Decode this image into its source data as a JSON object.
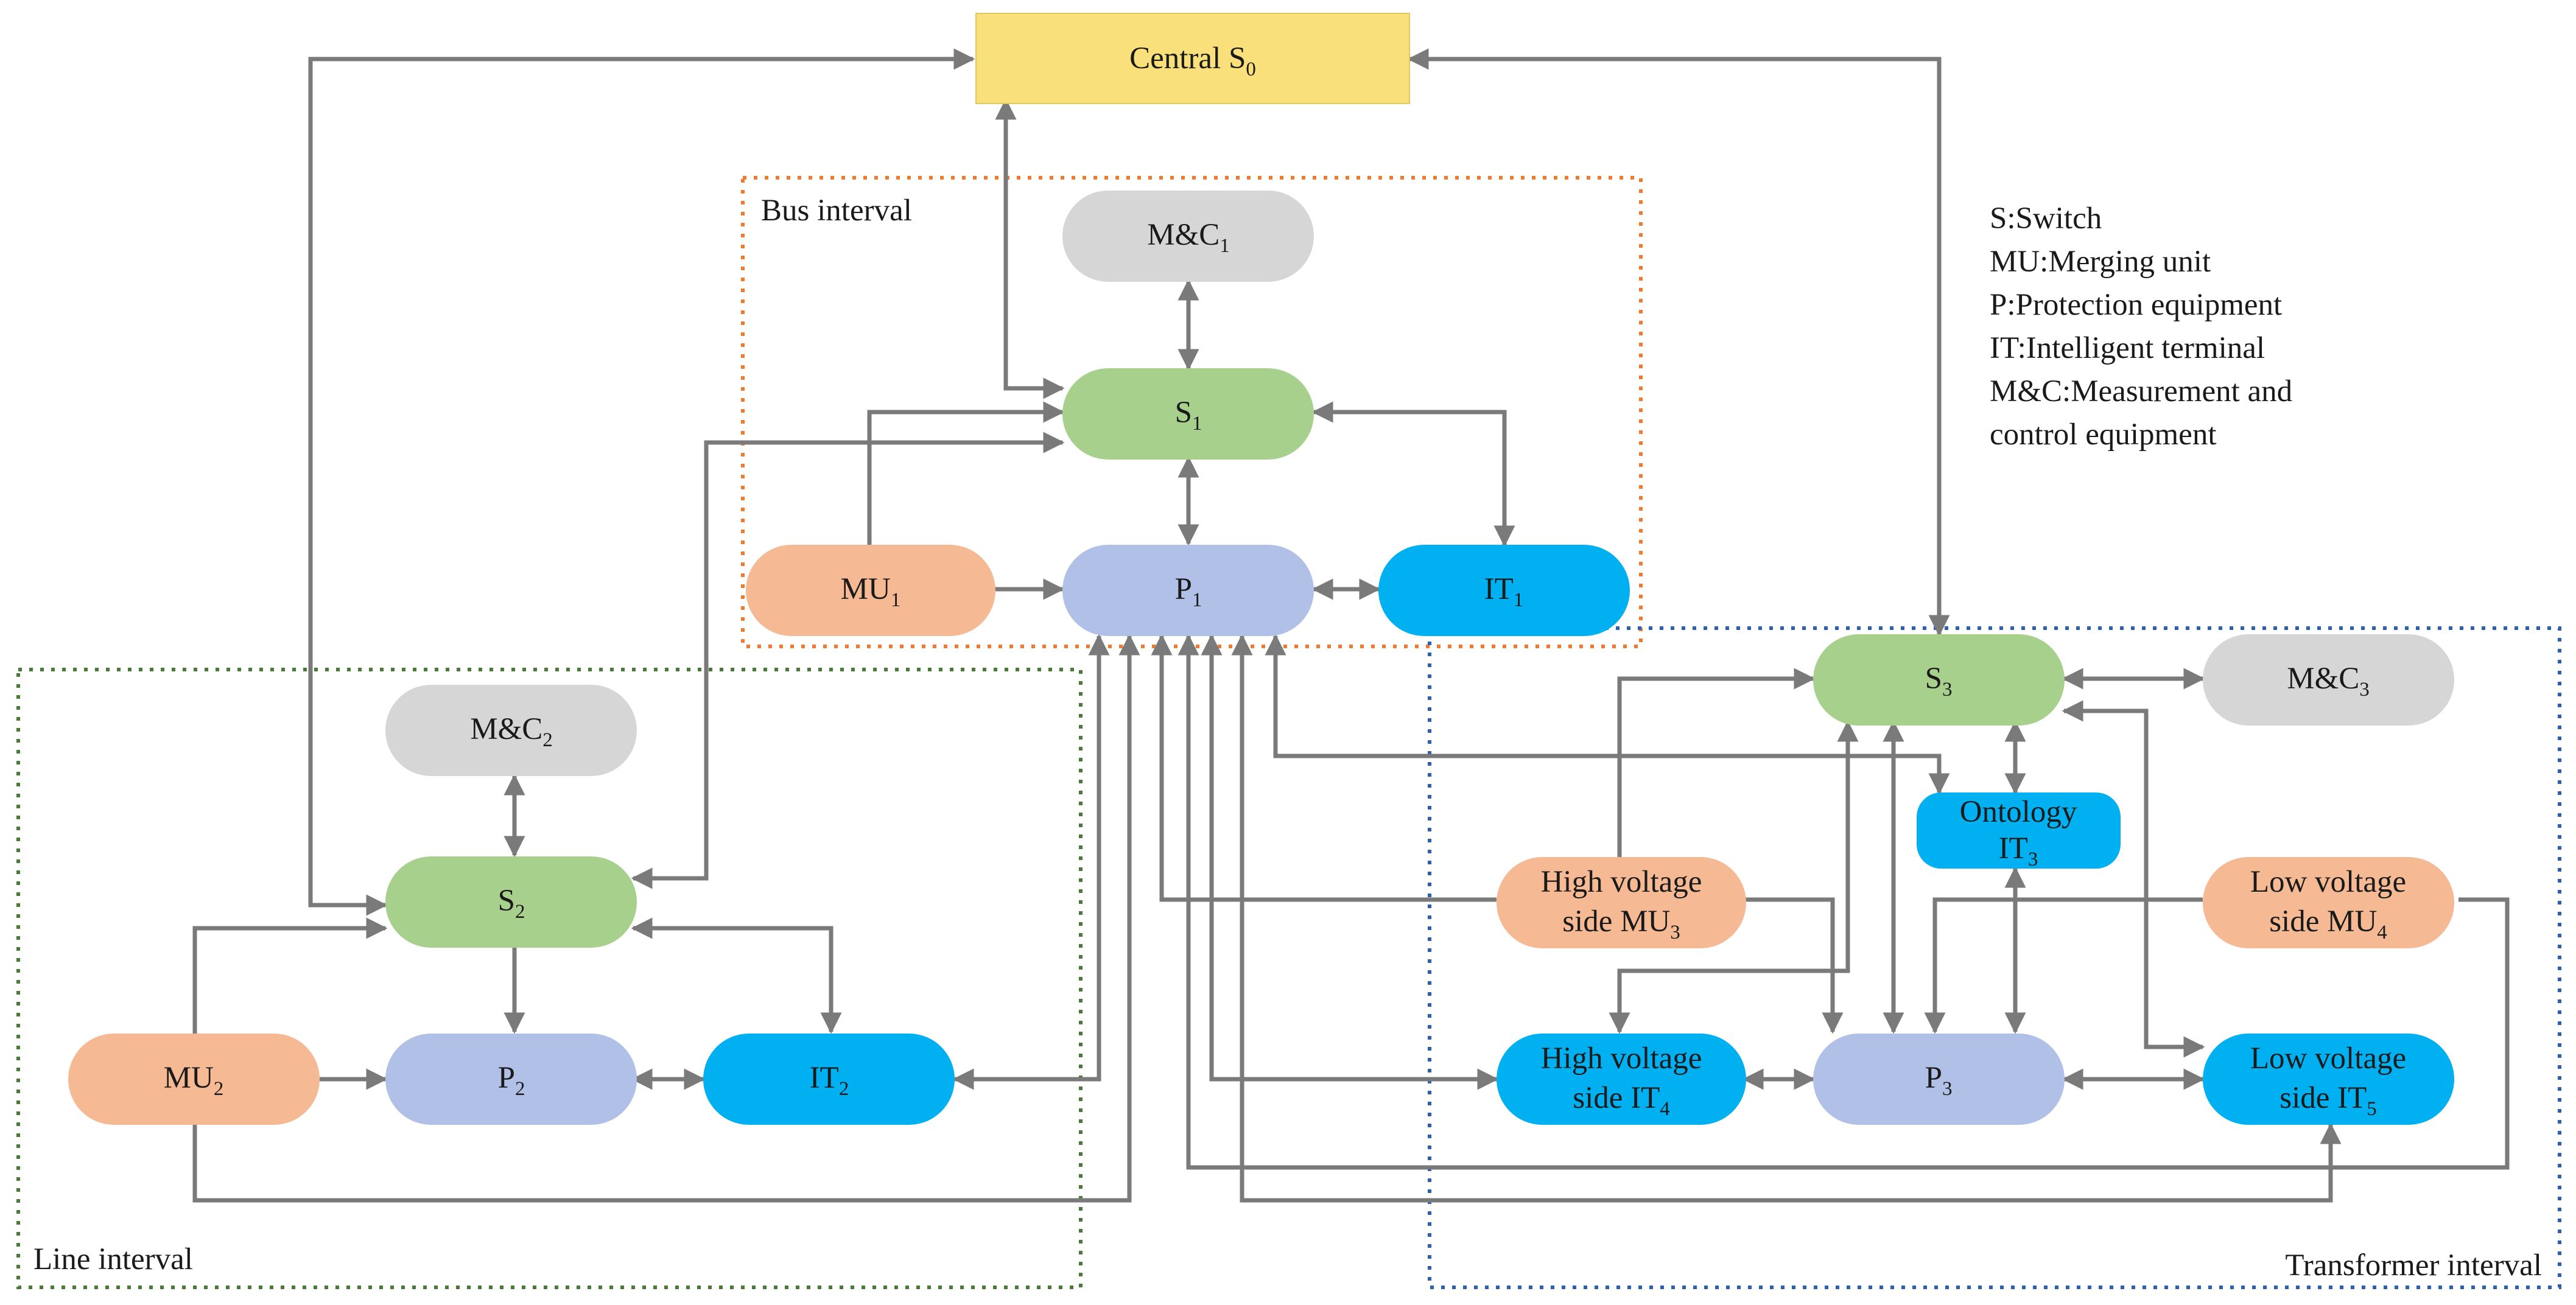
{
  "colors": {
    "central": "#f9e07a",
    "mc": "#d6d6d6",
    "switch": "#a8d08d",
    "mu": "#f5b994",
    "protection": "#b0c0e6",
    "it": "#00b0f0",
    "arrow": "#7a7a7a",
    "bus_border": "#f07a30",
    "line_border": "#4a7a3a",
    "transformer_border": "#2f5fb0"
  },
  "regions": {
    "bus": "Bus interval",
    "line": "Line interval",
    "transformer": "Transformer interval"
  },
  "nodes": {
    "central_s0": {
      "main": "Central S",
      "sub": "0"
    },
    "mc1": {
      "main": "M&C",
      "sub": "1"
    },
    "s1": {
      "main": "S",
      "sub": "1"
    },
    "mu1": {
      "main": "MU",
      "sub": "1"
    },
    "p1": {
      "main": "P",
      "sub": "1"
    },
    "it1": {
      "main": "IT",
      "sub": "1"
    },
    "mc2": {
      "main": "M&C",
      "sub": "2"
    },
    "s2": {
      "main": "S",
      "sub": "2"
    },
    "mu2": {
      "main": "MU",
      "sub": "2"
    },
    "p2": {
      "main": "P",
      "sub": "2"
    },
    "it2": {
      "main": "IT",
      "sub": "2"
    },
    "s3": {
      "main": "S",
      "sub": "3"
    },
    "mc3": {
      "main": "M&C",
      "sub": "3"
    },
    "ontology_it3": {
      "line1": "Ontology",
      "main": "IT",
      "sub": "3"
    },
    "hv_mu3": {
      "line1": "High voltage",
      "main": "side MU",
      "sub": "3"
    },
    "lv_mu4": {
      "line1": "Low voltage",
      "main": "side MU",
      "sub": "4"
    },
    "hv_it4": {
      "line1": "High voltage",
      "main": "side IT",
      "sub": "4"
    },
    "p3": {
      "main": "P",
      "sub": "3"
    },
    "lv_it5": {
      "line1": "Low voltage",
      "main": "side IT",
      "sub": "5"
    }
  },
  "legend": [
    "S:Switch",
    "MU:Merging unit",
    "P:Protection equipment",
    "IT:Intelligent terminal",
    "M&C:Measurement and",
    "control equipment"
  ]
}
